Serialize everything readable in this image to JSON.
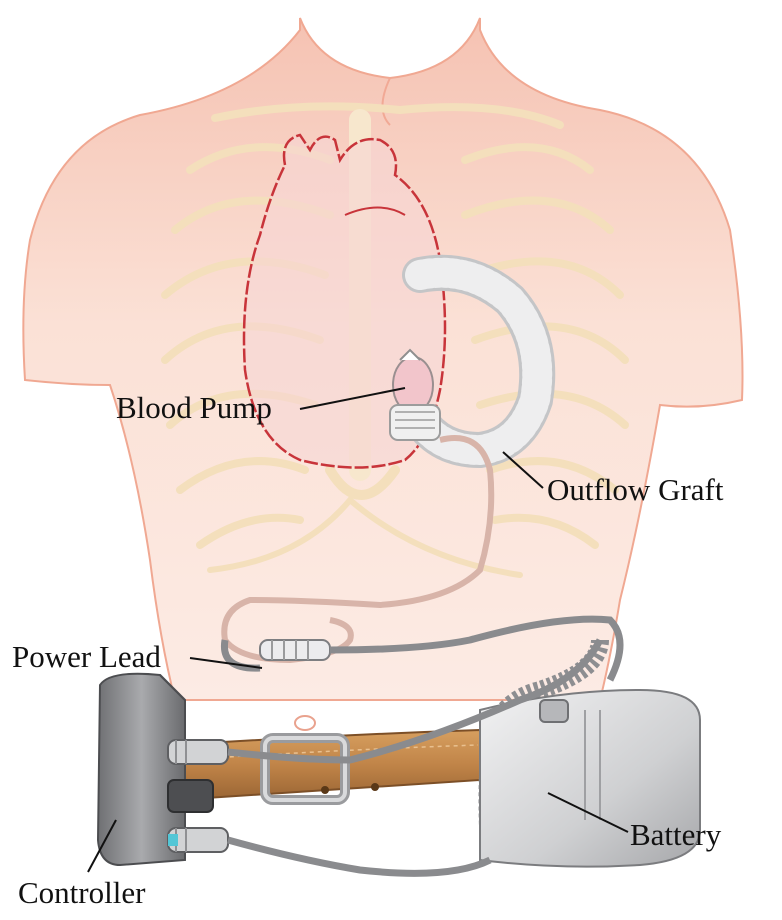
{
  "labels": {
    "blood_pump": "Blood Pump",
    "outflow_graft": "Outflow Graft",
    "power_lead": "Power Lead",
    "battery": "Battery",
    "controller": "Controller"
  },
  "colors": {
    "skin": "#f9d6c8",
    "skin_edge": "#f0a892",
    "rib": "#f6e4c4",
    "heart_outline": "#c8343a",
    "graft": "#d9dadb",
    "belt": "#c48a4e",
    "device_gray": "#8c8d90"
  }
}
